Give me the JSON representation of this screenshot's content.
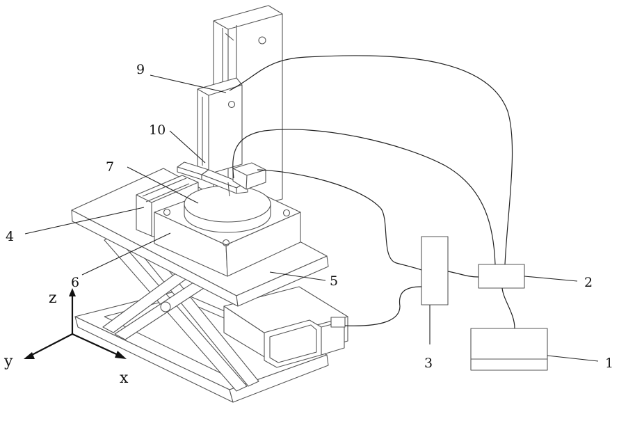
{
  "labels": {
    "l1": "1",
    "l2": "2",
    "l3": "3",
    "l4": "4",
    "l5": "5",
    "l6": "6",
    "l7": "7",
    "l9": "9",
    "l10": "10"
  },
  "axes": {
    "x": "x",
    "y": "y",
    "z": "z"
  }
}
